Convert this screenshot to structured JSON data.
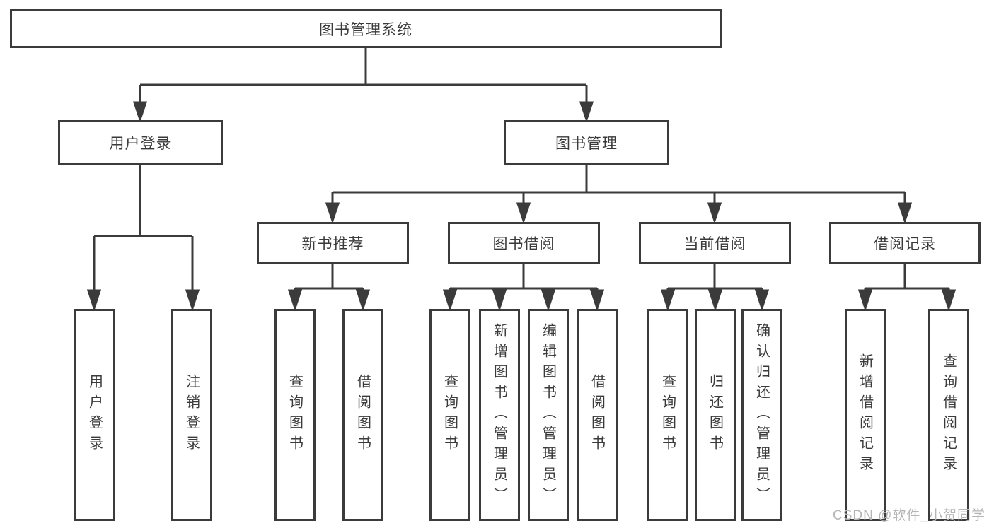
{
  "diagram": {
    "root": "图书管理系统",
    "branches": [
      {
        "label": "用户登录",
        "children": [
          {
            "label": "用户登录"
          },
          {
            "label": "注销登录"
          }
        ]
      },
      {
        "label": "图书管理",
        "children": [
          {
            "label": "新书推荐",
            "children": [
              {
                "label": "查询图书"
              },
              {
                "label": "借阅图书"
              }
            ]
          },
          {
            "label": "图书借阅",
            "children": [
              {
                "label": "查询图书"
              },
              {
                "label": "新增图书（管理员）"
              },
              {
                "label": "编辑图书（管理员）"
              },
              {
                "label": "借阅图书"
              }
            ]
          },
          {
            "label": "当前借阅",
            "children": [
              {
                "label": "查询图书"
              },
              {
                "label": "归还图书"
              },
              {
                "label": "确认归还（管理员）"
              }
            ]
          },
          {
            "label": "借阅记录",
            "children": [
              {
                "label": "新增借阅记录"
              },
              {
                "label": "查询借阅记录"
              }
            ]
          }
        ]
      }
    ]
  },
  "colors": {
    "line": "#3b3b3b",
    "text": "#3a3a3a",
    "watermark": "#b5b5b5"
  },
  "watermark": {
    "text": "CSDN @软件_小贺同学"
  }
}
